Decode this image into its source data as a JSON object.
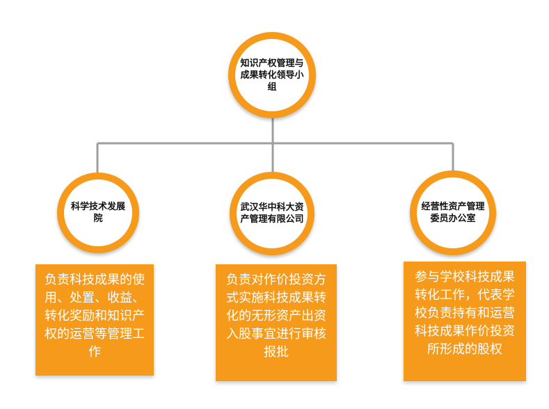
{
  "colors": {
    "accent": "#f59a1b",
    "connector": "#9e9e9e",
    "node_fill": "#ffffff"
  },
  "root": {
    "label": "知识产权管理与成果转化领导小组"
  },
  "children": [
    {
      "label": "科学技术发展院",
      "description": "负责科技成果的使用、处置、收益、转化奖励和知识产权的运营等管理工作"
    },
    {
      "label": "武汉华中科大资产管理有限公司",
      "description": "负责对作价投资方式实施科技成果转化的无形资产出资入股事宜进行审核报批"
    },
    {
      "label": "经营性资产管理委员办公室",
      "description": "参与学校科技成果转化工作，代表学校负责持有和运营科技成果作价投资所形成的股权"
    }
  ]
}
